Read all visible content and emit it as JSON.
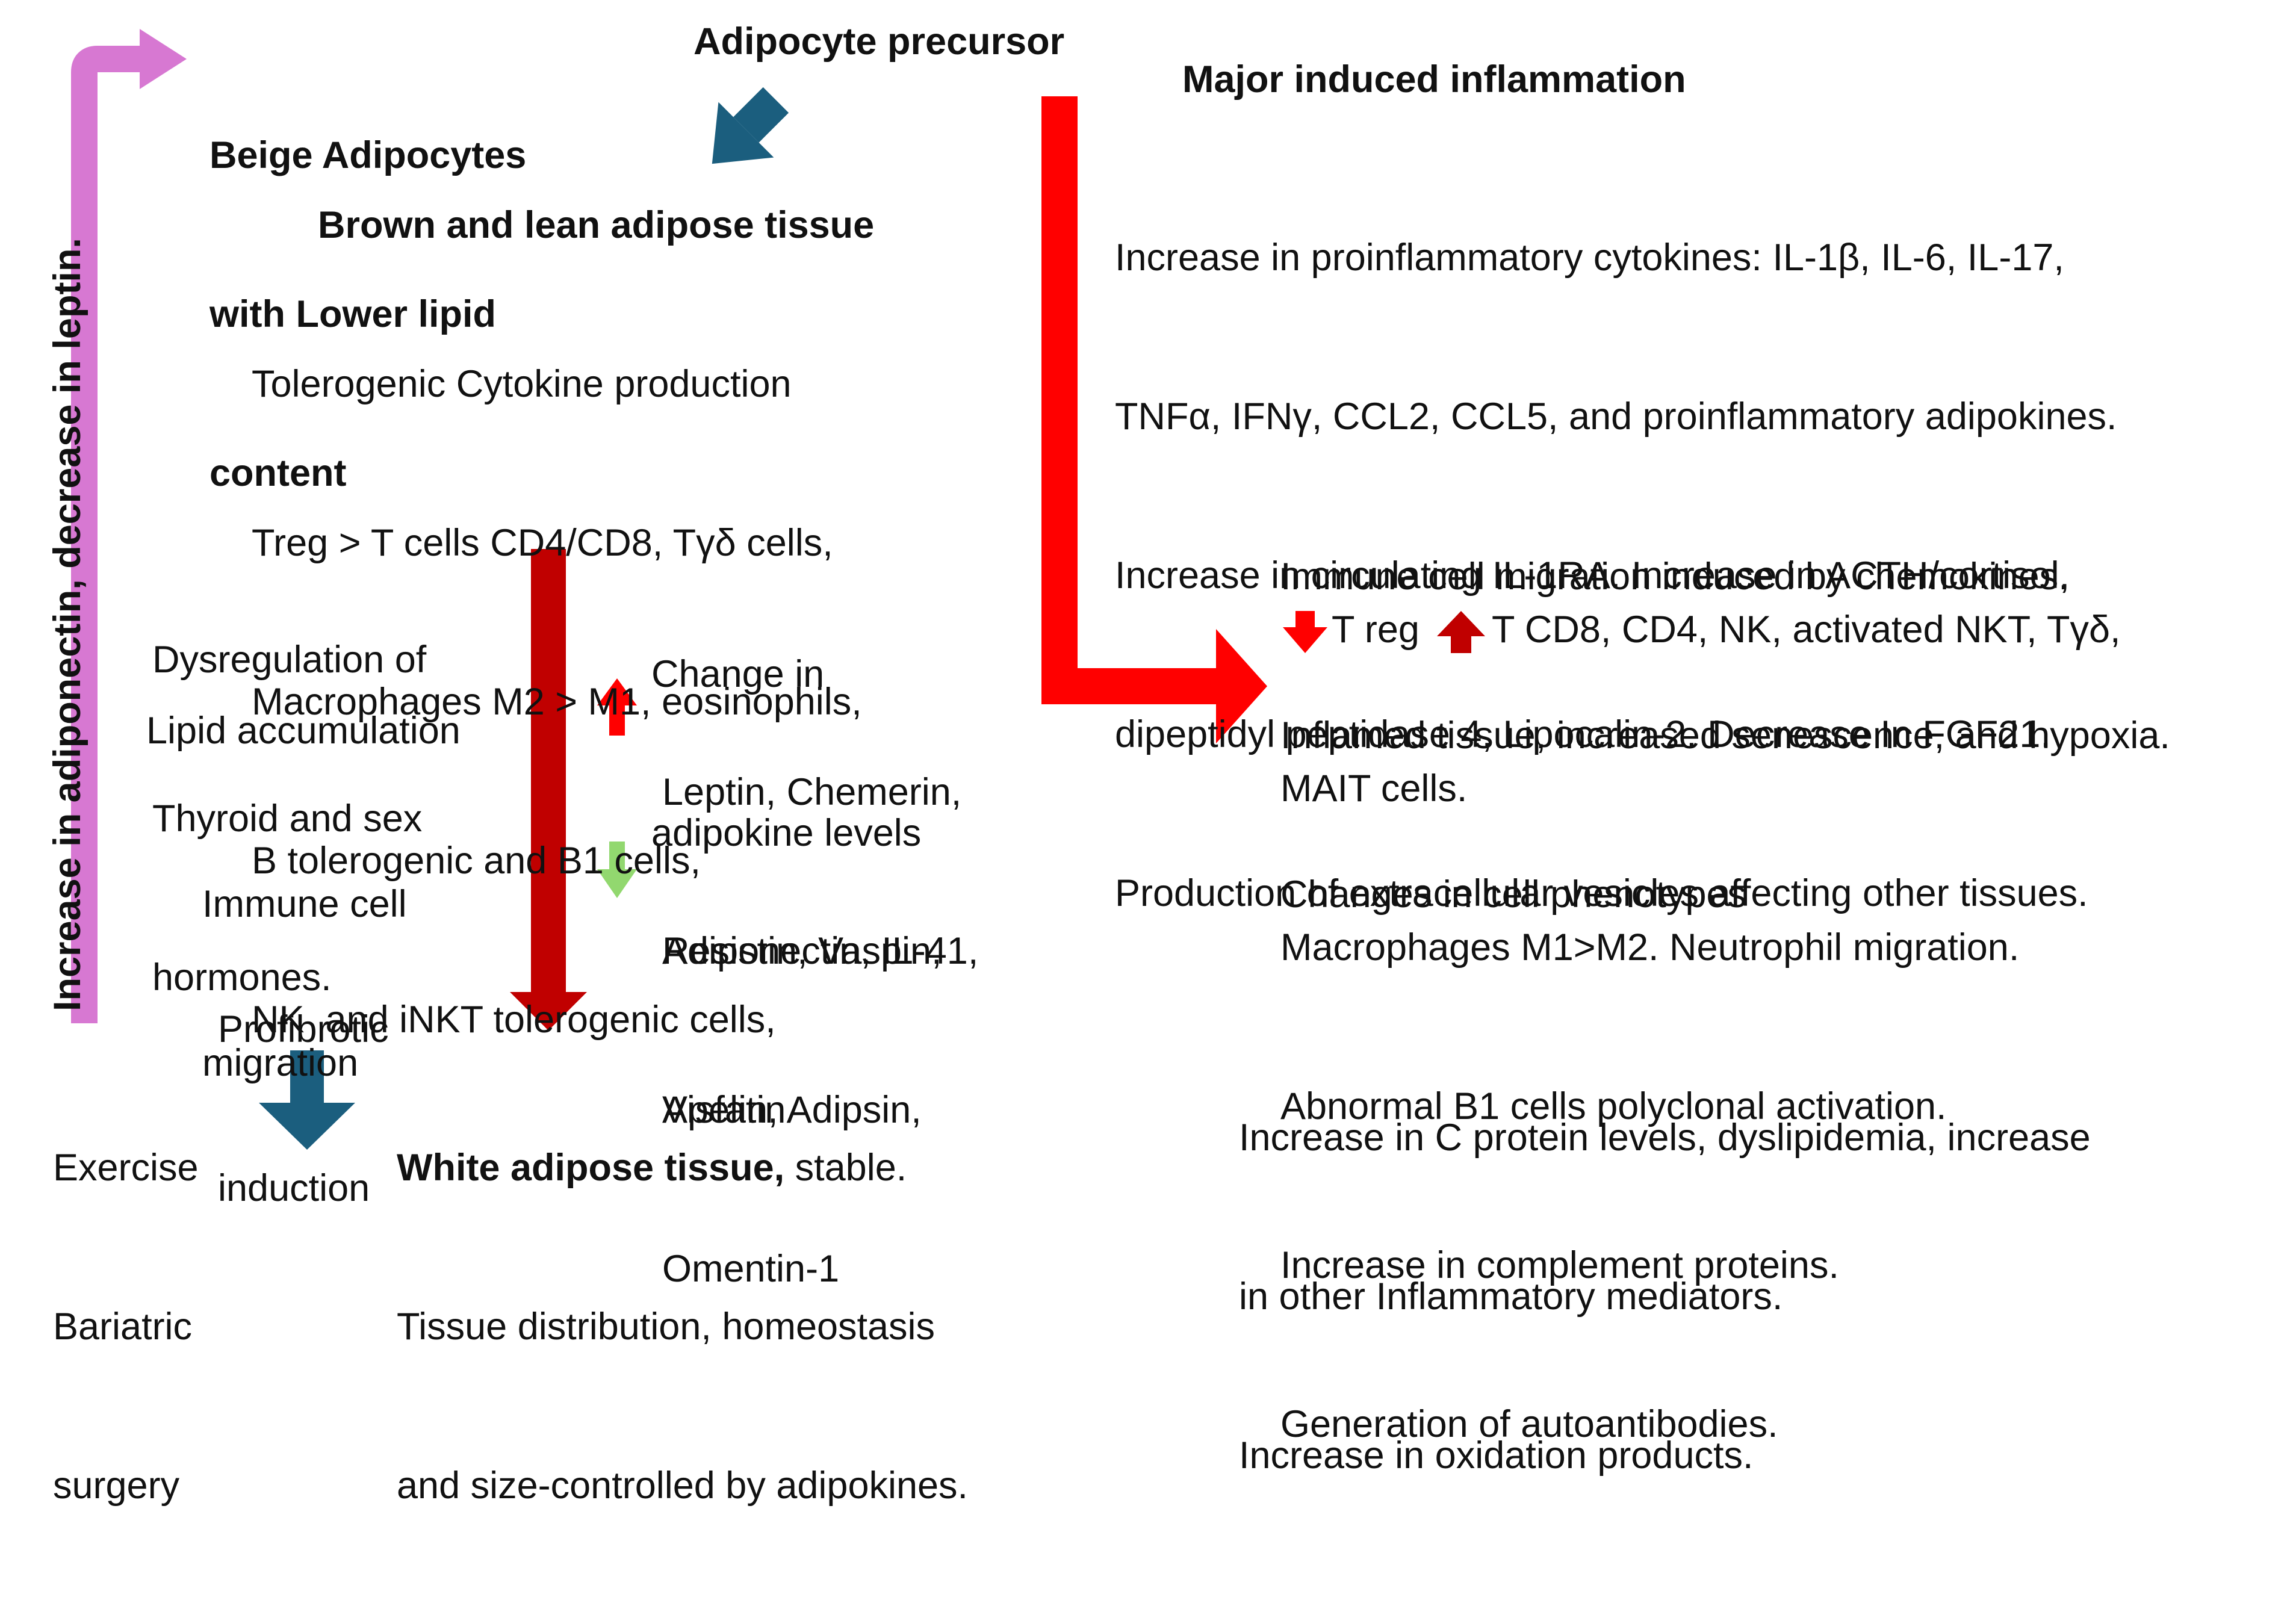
{
  "colors": {
    "red_arrow": "#ff0000",
    "dark_red_arrow": "#c00000",
    "blue_arrow": "#1b5e7e",
    "pink_arrow": "#d778d2",
    "green_arrow": "#92d86f",
    "text": "#111111"
  },
  "icons": {
    "down_arrow_red": "down-arrow",
    "up_arrow_red": "up-arrow",
    "up_arrow_adipokine": "up-arrow",
    "down_arrow_adipokine": "down-arrow"
  },
  "vertical_label": "Increase in adiponectin, decrease in leptin.",
  "beige": {
    "lines": [
      "Beige Adipocytes",
      "with Lower lipid",
      "content"
    ]
  },
  "precursor": "Adipocyte precursor",
  "brown_lean": {
    "title": "Brown and lean adipose tissue",
    "lines": [
      "Tolerogenic Cytokine production",
      "Treg > T cells CD4/CD8, Tγδ cells,",
      "Macrophages M2 > M1, eosinophils,",
      "B tolerogenic and B1 cells,",
      "NK  and iNKT tolerogenic cells,"
    ]
  },
  "major_inflammation": {
    "title": "Major induced inflammation",
    "lines": [
      "Increase in proinflammatory cytokines: IL-1β, IL-6, IL-17,",
      "TNFα, IFNγ, CCL2, CCL5, and proinflammatory adipokines.",
      "Increase in circulating IL-1RA. Increase in ACTH/cortisol,",
      "dipeptidyl peptidase 4, Lipocalin-2. Decrease In FGF21.",
      "Production of extracellular vesicles affecting other tissues."
    ]
  },
  "dysregulation": {
    "lines": [
      "Dysregulation of",
      "Thyroid and sex",
      "hormones."
    ]
  },
  "lipid_accumulation": "Lipid accumulation",
  "immune_migration": {
    "lines": [
      "Immune cell",
      "migration"
    ]
  },
  "profibrotic": {
    "lines": [
      "Profibrotic",
      "induction"
    ]
  },
  "adipokine_change": {
    "lines": [
      "Change in",
      "adipokine levels"
    ]
  },
  "adipokine_up": {
    "lines": [
      "Leptin, Chemerin,",
      "Resistin, Vaspin,",
      "Visfatin"
    ]
  },
  "adipokine_down": {
    "lines": [
      "Adiponectin, IL-41,",
      "Apelin, Adipsin,",
      "Omentin-1"
    ]
  },
  "immune_effects": {
    "lines_top": [
      "Immune cell migration induced by chemokines.",
      "Inflamed tissue, increased senescence, and hypoxia.",
      "Changes in cell phenotypes"
    ],
    "treg": "T reg",
    "treg_rest": "T CD8, CD4, NK, activated NKT, Tγδ,",
    "lines_bottom": [
      "MAIT cells.",
      "Macrophages M1>M2. Neutrophil migration.",
      "Abnormal B1 cells polyclonal activation.",
      "Increase in complement proteins.",
      "Generation of autoantibodies."
    ]
  },
  "systemic": {
    "lines": [
      "Increase in C protein levels, dyslipidemia, increase",
      "in other Inflammatory mediators.",
      "Increase in oxidation products."
    ]
  },
  "interventions": {
    "lines": [
      "Exercise",
      "Bariatric",
      "surgery"
    ]
  },
  "white_adipose": {
    "title_bold": "White adipose tissue,",
    "title_rest": " stable.",
    "lines": [
      "Tissue distribution, homeostasis",
      "and size-controlled by adipokines."
    ]
  }
}
